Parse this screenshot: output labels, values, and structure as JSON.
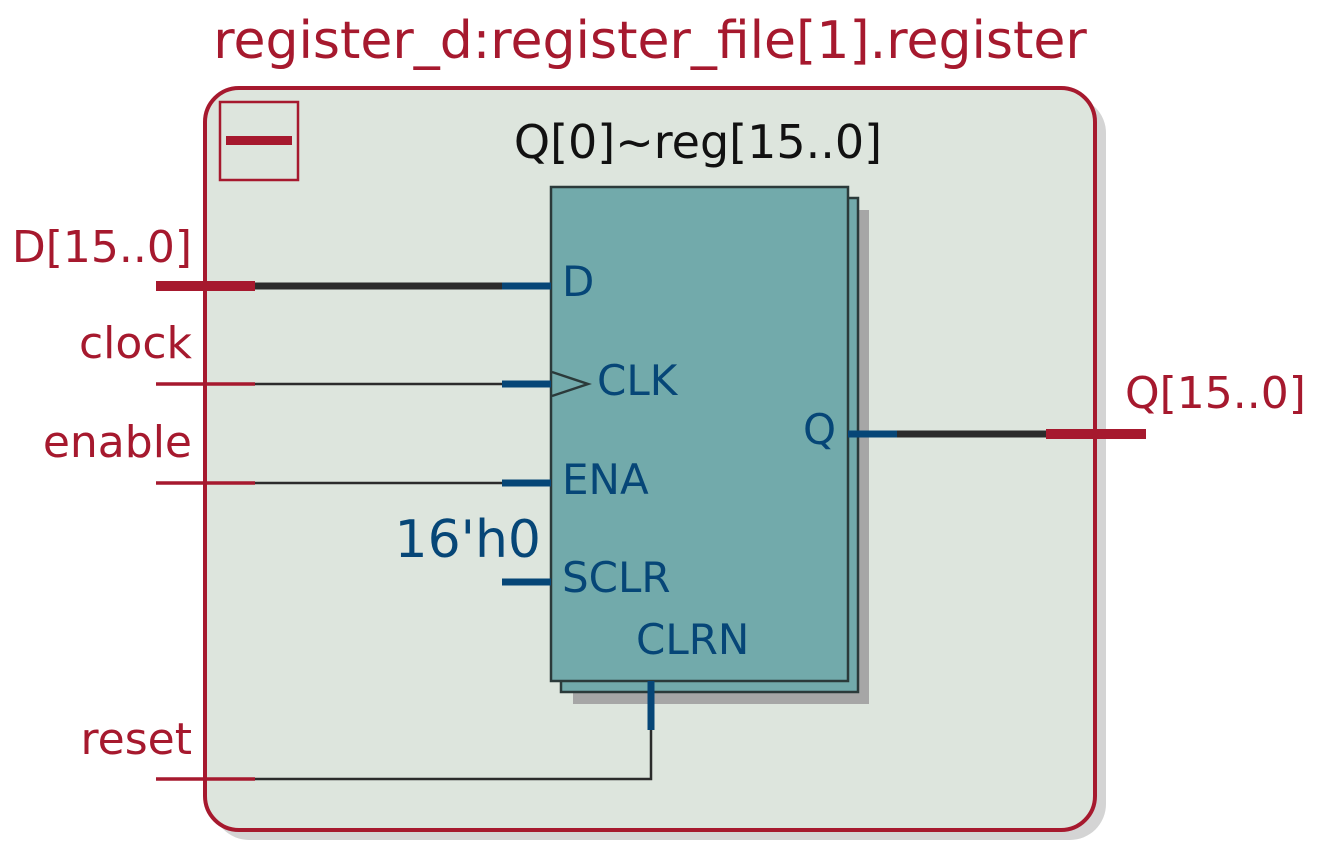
{
  "instance": {
    "title": "register_d:register_file[1].register"
  },
  "register_block": {
    "title": "Q[0]~reg[15..0]",
    "ports": {
      "d": "D",
      "clk": "CLK",
      "ena": "ENA",
      "sclr": "SCLR",
      "clrn": "CLRN",
      "q": "Q"
    },
    "sclr_constant": "16'h0"
  },
  "inputs": [
    {
      "label": "D[15..0]"
    },
    {
      "label": "clock"
    },
    {
      "label": "enable"
    },
    {
      "label": "reset"
    }
  ],
  "outputs": [
    {
      "label": "Q[15..0]"
    }
  ],
  "colors": {
    "instance_border": "#a6192e",
    "instance_fill": "#dde5dd",
    "register_fill": "#72aaab",
    "port_stub": "#064677",
    "wire": "#2b2b2b",
    "io_pin": "#a6192e"
  }
}
